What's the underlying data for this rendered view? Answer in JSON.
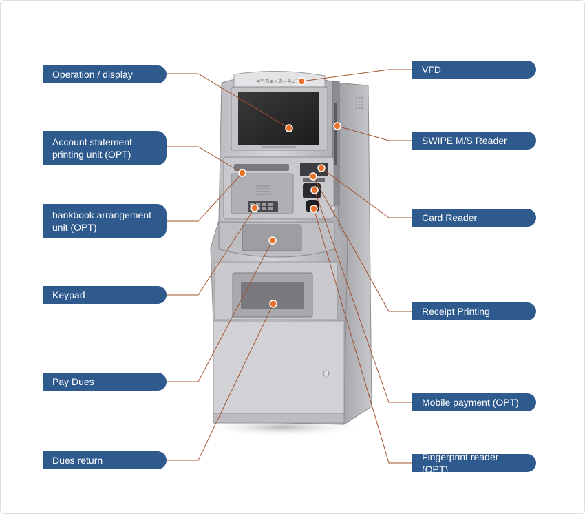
{
  "left_labels": [
    {
      "text": "Operation / display"
    },
    {
      "text": "Account statement printing unit (OPT)"
    },
    {
      "text": "bankbook arrangement unit (OPT)"
    },
    {
      "text": "Keypad"
    },
    {
      "text": "Pay Dues"
    },
    {
      "text": "Dues return"
    }
  ],
  "right_labels": [
    {
      "text": "VFD"
    },
    {
      "text": "SWIPE M/S Reader"
    },
    {
      "text": "Card Reader"
    },
    {
      "text": "Receipt Printing"
    },
    {
      "text": "Mobile payment (OPT)"
    },
    {
      "text": "Fingerprint reader (OPT)"
    }
  ],
  "kiosk": {
    "header_text": "무인지로공과금수납기"
  },
  "colors": {
    "label_bg": "#2e5a8e",
    "label_text": "#ffffff",
    "leader_line": "#a0522d",
    "marker": "#e8742c"
  }
}
